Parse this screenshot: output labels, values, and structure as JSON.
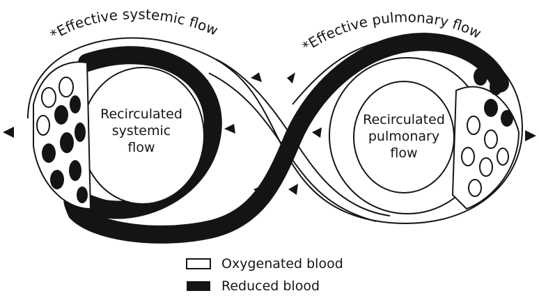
{
  "diagram": {
    "arc_labels": {
      "systemic": "*Effective systemic flow",
      "pulmonary": "*Effective pulmonary flow"
    },
    "loops": {
      "systemic": {
        "line1": "Recirculated",
        "line2": "systemic",
        "line3": "flow"
      },
      "pulmonary": {
        "line1": "Recirculated",
        "line2": "pulmonary",
        "line3": "flow"
      }
    },
    "colors": {
      "oxygenated": "#ffffff",
      "reduced": "#141414",
      "outline": "#151515"
    }
  },
  "legend": [
    {
      "label": "Oxygenated blood",
      "color": "#ffffff"
    },
    {
      "label": "Reduced blood",
      "color": "#141414"
    }
  ]
}
